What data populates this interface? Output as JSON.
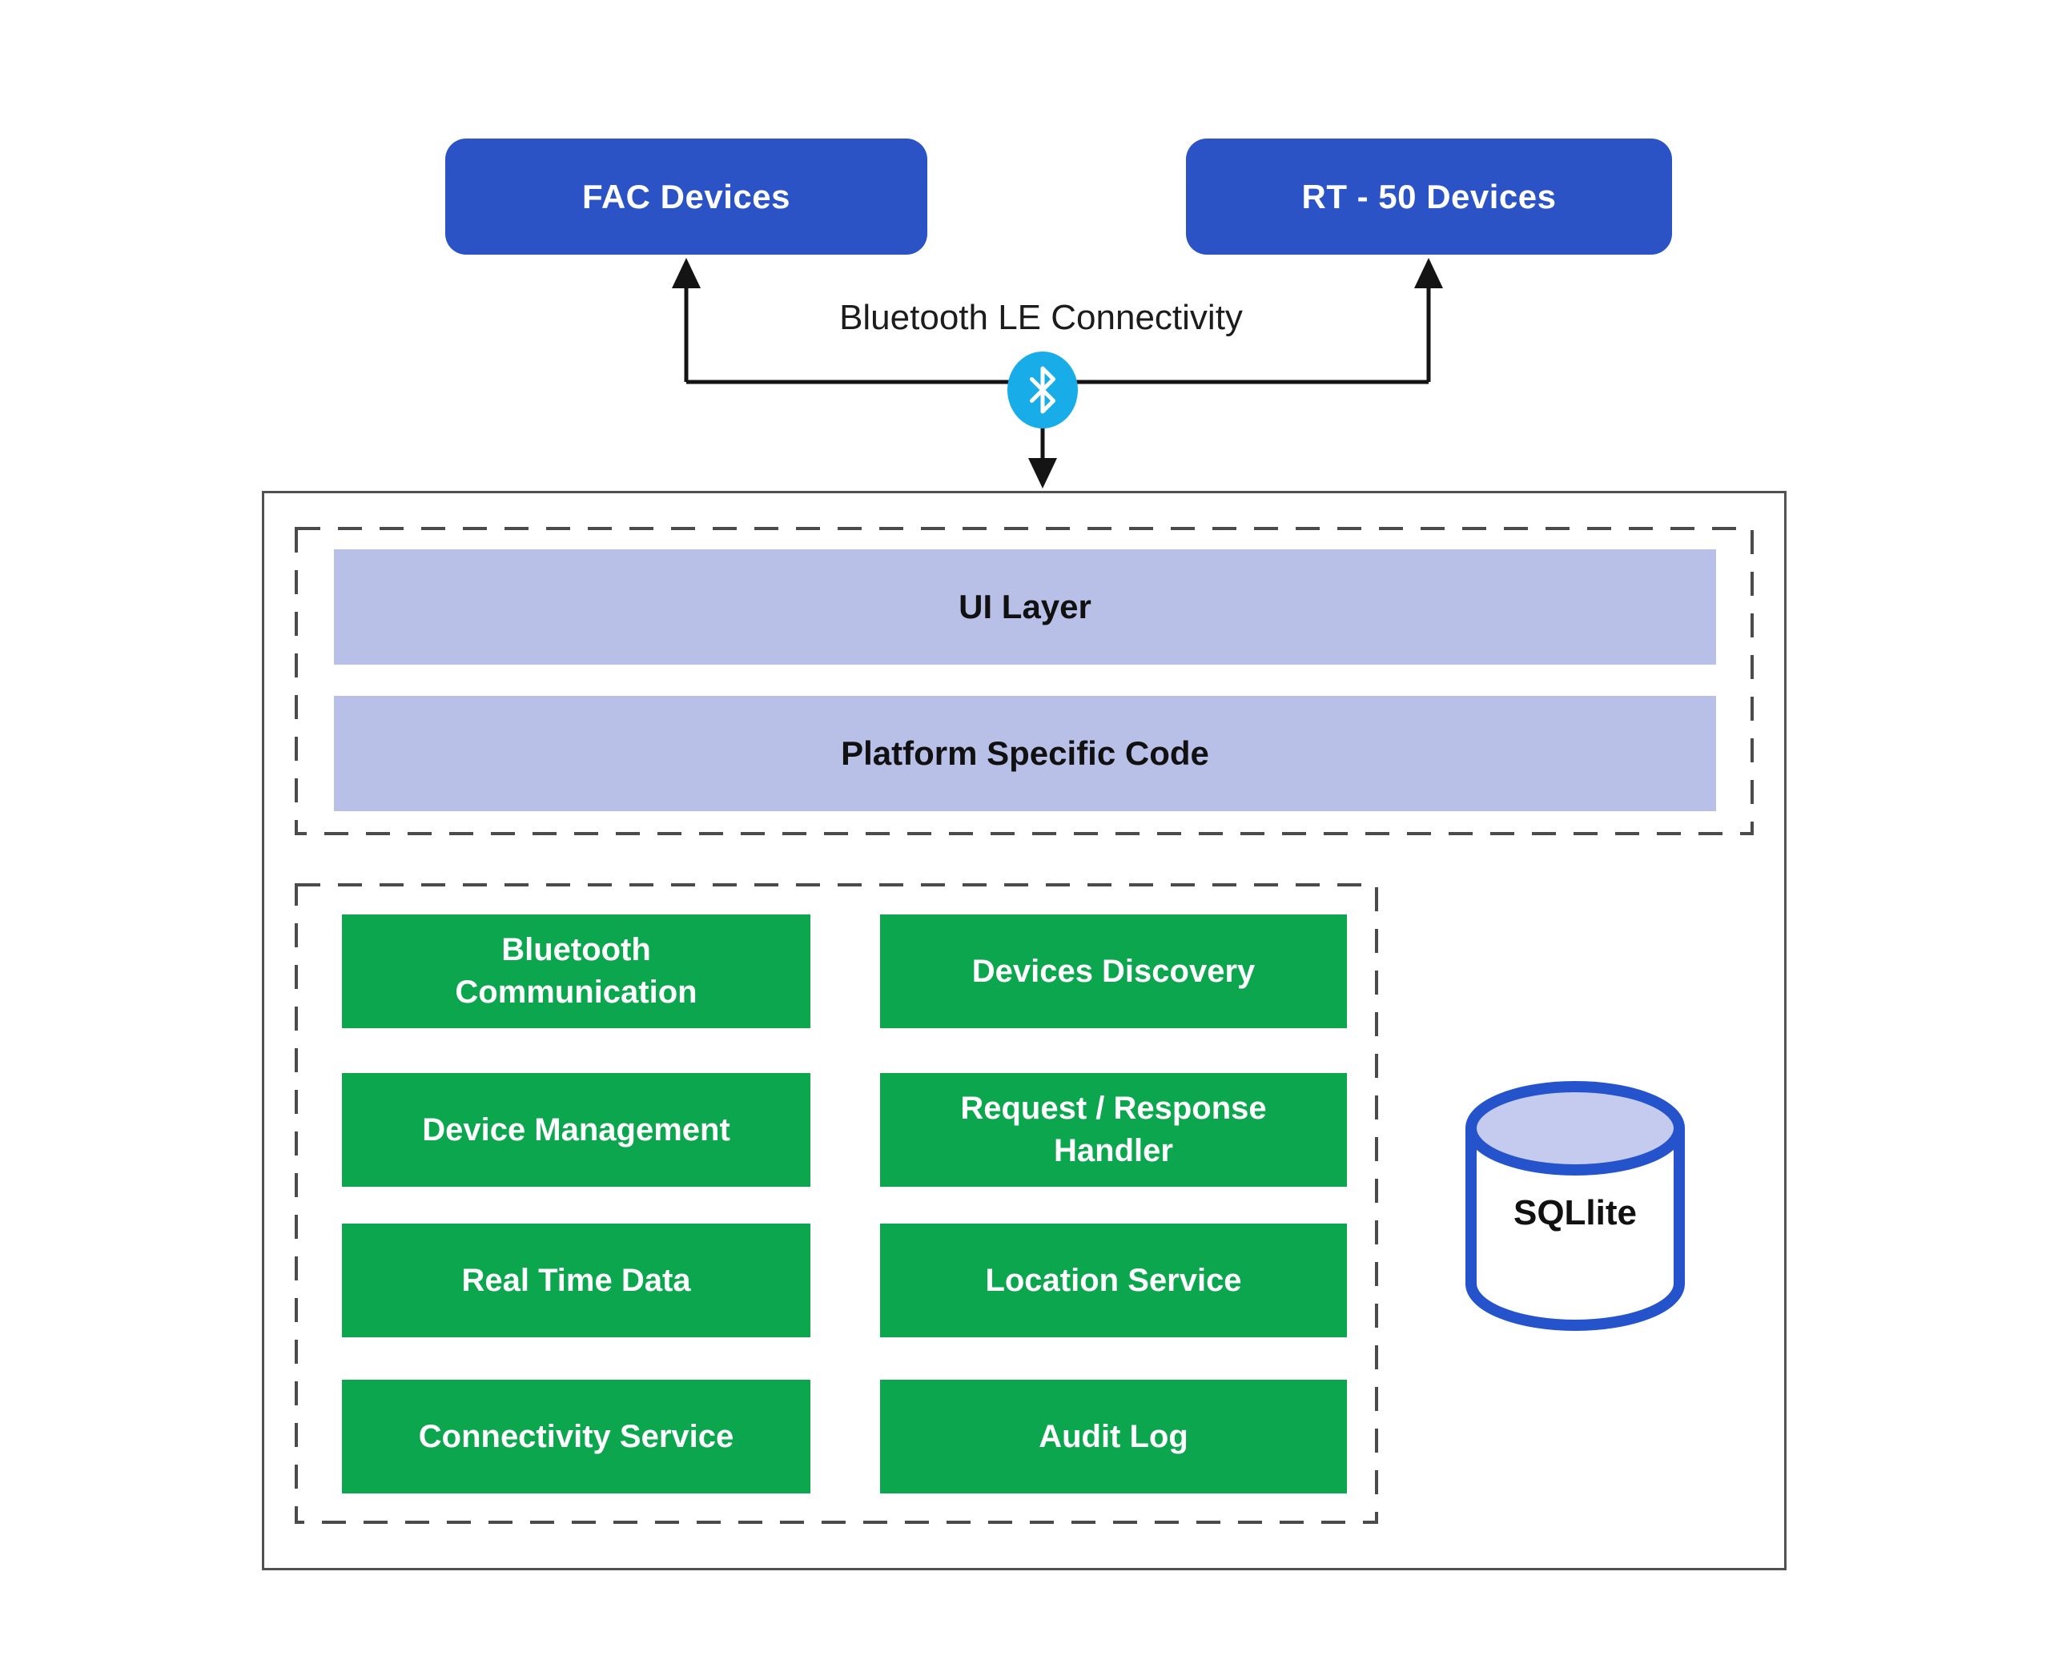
{
  "diagram": {
    "title_hint": "Bluetooth device connectivity architecture",
    "colors": {
      "device_blue": "#2b53c6",
      "bluetooth_cyan": "#18ace8",
      "layer_lavender": "#b8c0e8",
      "service_green": "#0ba64d",
      "border_gray": "#515151",
      "cylinder_border_blue": "#2453cc",
      "cylinder_top_lavender": "#c5cbee",
      "line_black": "#141414"
    },
    "top_devices": [
      {
        "label": "FAC Devices"
      },
      {
        "label": "RT - 50 Devices"
      }
    ],
    "connectivity": {
      "label": "Bluetooth LE Connectivity",
      "icon": "bluetooth-icon"
    },
    "platform_layers": [
      {
        "label": "UI Layer"
      },
      {
        "label": "Platform Specific Code"
      }
    ],
    "services": {
      "items": [
        {
          "label": "Bluetooth Communication"
        },
        {
          "label": "Devices Discovery"
        },
        {
          "label": "Device Management"
        },
        {
          "label": "Request / Response Handler"
        },
        {
          "label": "Real Time Data"
        },
        {
          "label": "Location Service"
        },
        {
          "label": "Connectivity Service"
        },
        {
          "label": "Audit Log"
        }
      ]
    },
    "database": {
      "label": "SQLlite",
      "icon": "database-cylinder-icon"
    }
  }
}
